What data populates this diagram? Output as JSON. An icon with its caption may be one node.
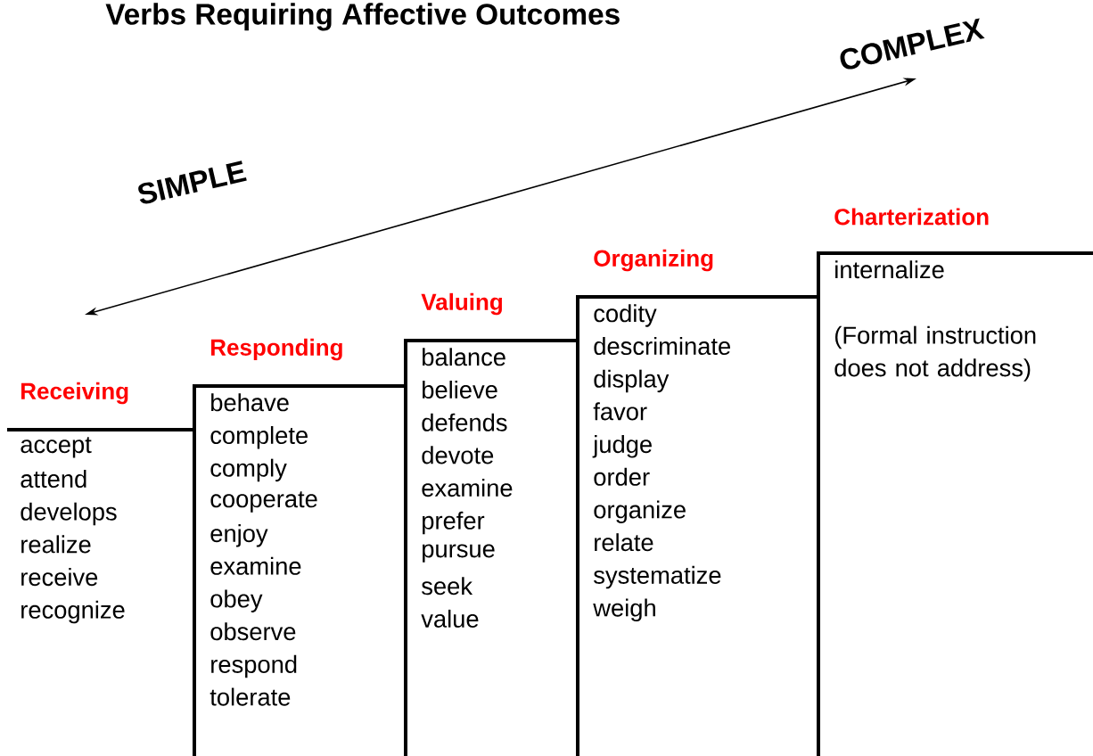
{
  "diagram": {
    "title": "Verbs Requiring Affective Outcomes",
    "nodes": [
      {
        "text": [
          "Receiving",
          "accept",
          "attend",
          "develops",
          "realize",
          "receive",
          "recognize"
        ]
      },
      {
        "text": [
          "Responding",
          "behave",
          "complete",
          "comply",
          "cooperate",
          "enjoy",
          "examine",
          "obey",
          "observe",
          "respond",
          "tolerate"
        ]
      },
      {
        "text": [
          "Valuing",
          "balance",
          "believe",
          "defends",
          "devote",
          "examine",
          "prefer",
          "pursue",
          "seek",
          "value"
        ]
      },
      {
        "text": [
          "Organizing",
          "codity",
          "descriminate",
          "display",
          "favor",
          "judge",
          "order",
          "organize",
          "relate",
          "systematize",
          "weigh"
        ]
      },
      {
        "text": [
          "Charterization",
          "internalize",
          "(Formal instruction does not address)"
        ]
      }
    ],
    "labels": [
      "SIMPLE",
      "COMPLEX"
    ]
  }
}
